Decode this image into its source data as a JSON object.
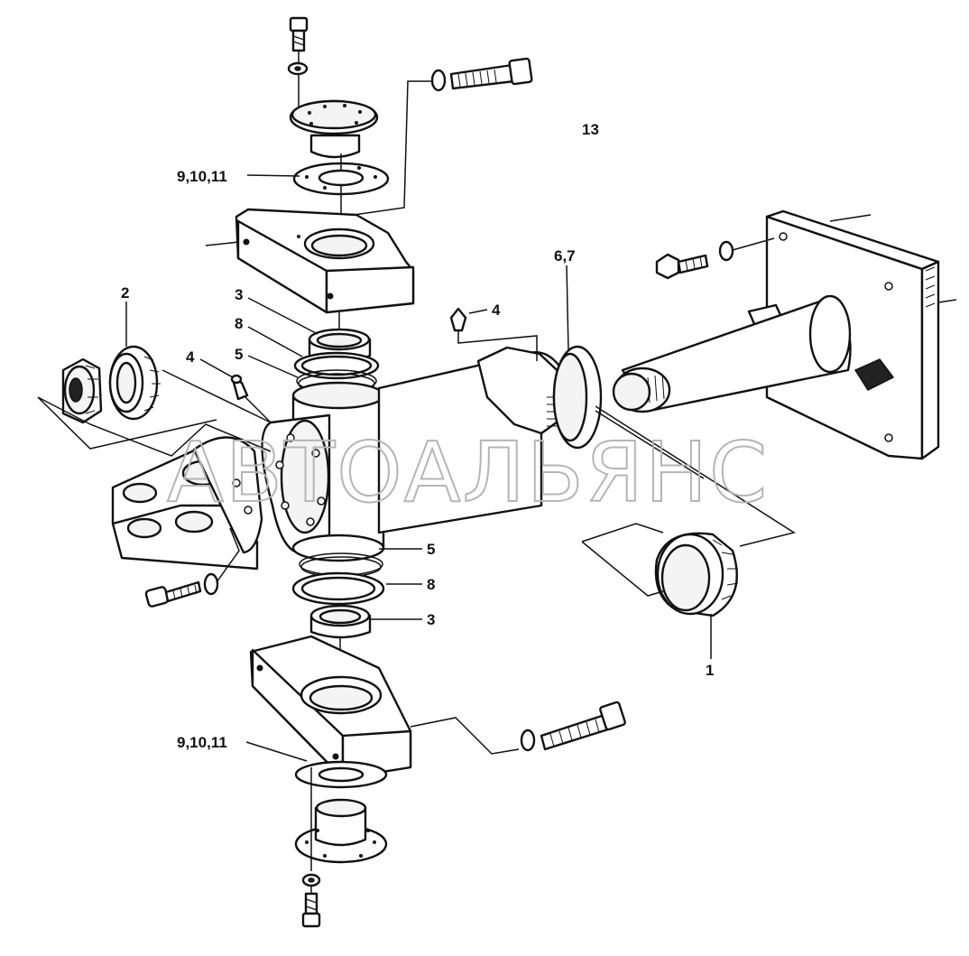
{
  "watermark": "АВТОАЛЬЯНС",
  "labels": {
    "p13": "13",
    "p9_10_11_top": "9,10,11",
    "p9_10_11_bottom": "9,10,11",
    "p2": "2",
    "p3_top": "3",
    "p8_top": "8",
    "p4_left": "4",
    "p5_top": "5",
    "p4_right": "4",
    "p6_7": "6,7",
    "p5_bottom": "5",
    "p8_bottom": "8",
    "p3_bottom": "3",
    "p1": "1"
  },
  "icons": [
    "bolt-icon",
    "washer-icon",
    "nut-icon",
    "bearing-icon",
    "grease-nipple-icon"
  ]
}
